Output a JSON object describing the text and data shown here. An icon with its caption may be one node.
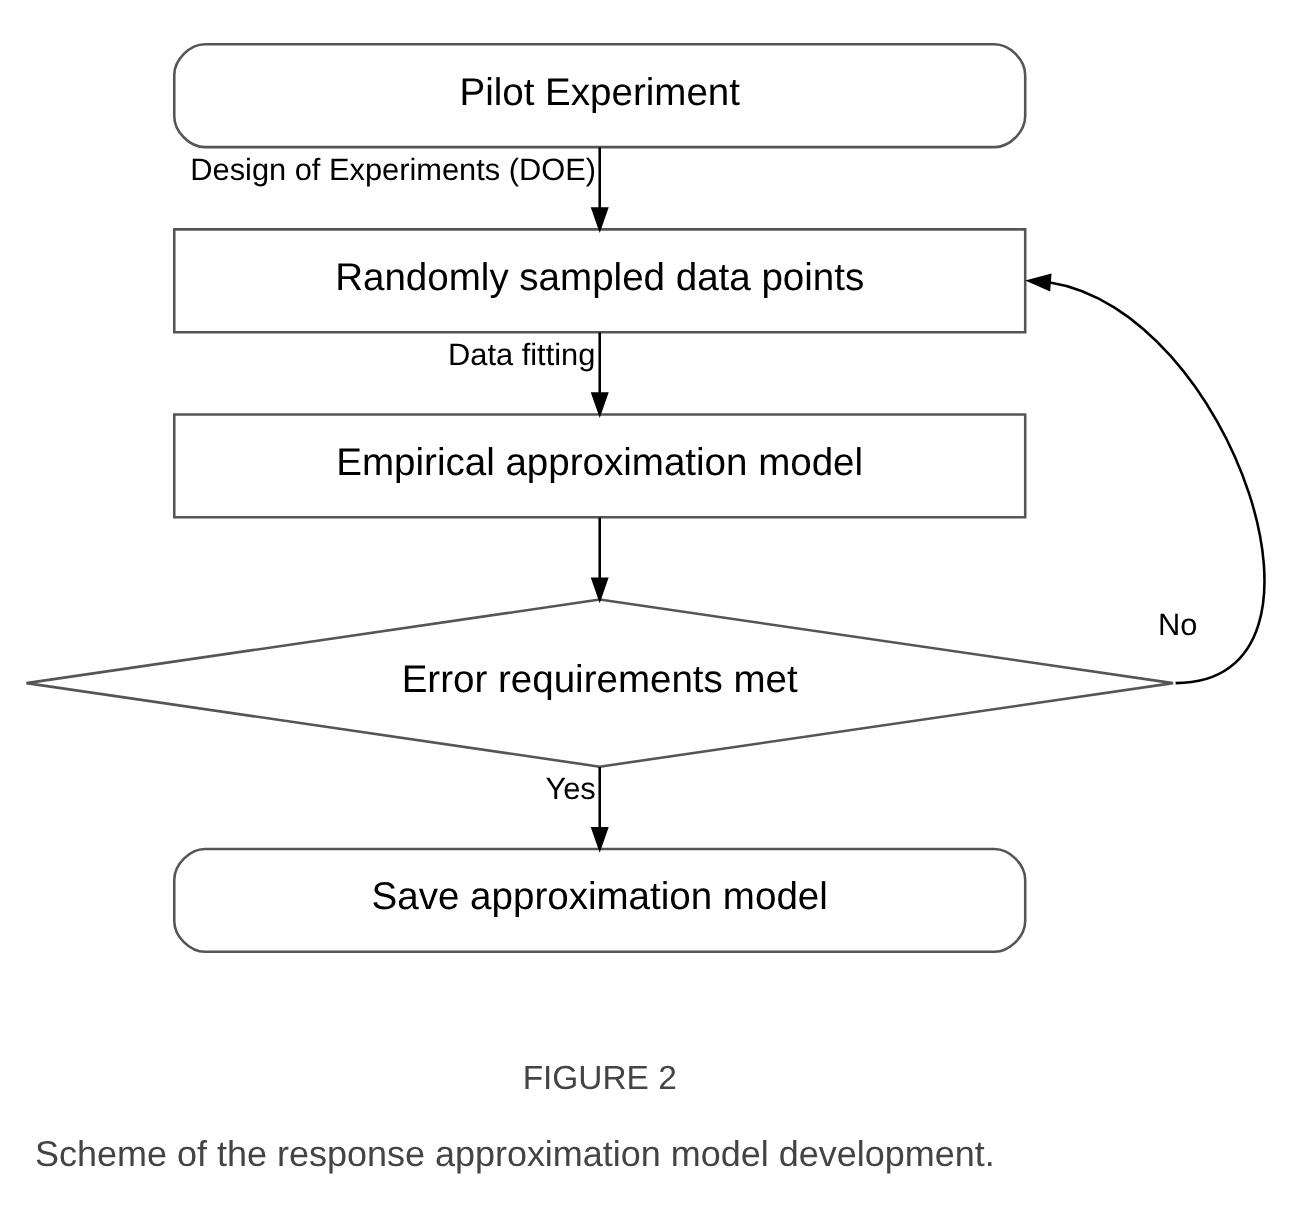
{
  "diagram": {
    "caption": "Scheme of the response approximation model development.",
    "nodes": [
      {
        "text": [
          "Pilot Experiment"
        ]
      },
      {
        "text": [
          "Randomly sampled data points"
        ]
      },
      {
        "text": [
          "Empirical approximation model"
        ]
      },
      {
        "text": [
          "Error requirements met"
        ]
      },
      {
        "text": [
          "Save approximation model"
        ]
      }
    ],
    "edges": [
      {
        "from": 0,
        "to": 1,
        "arrow": "to",
        "label": "Design of Experiments (DOE)"
      },
      {
        "from": 1,
        "to": 2,
        "arrow": "to",
        "label": "Data fitting"
      },
      {
        "from": 2,
        "to": 3,
        "arrow": "to"
      },
      {
        "from": 3,
        "to": 4,
        "arrow": "to",
        "label": "Yes"
      },
      {
        "from": 3,
        "to": 1,
        "arrow": "to",
        "label": "No"
      }
    ],
    "labels": [
      "FIGURE 2"
    ]
  }
}
